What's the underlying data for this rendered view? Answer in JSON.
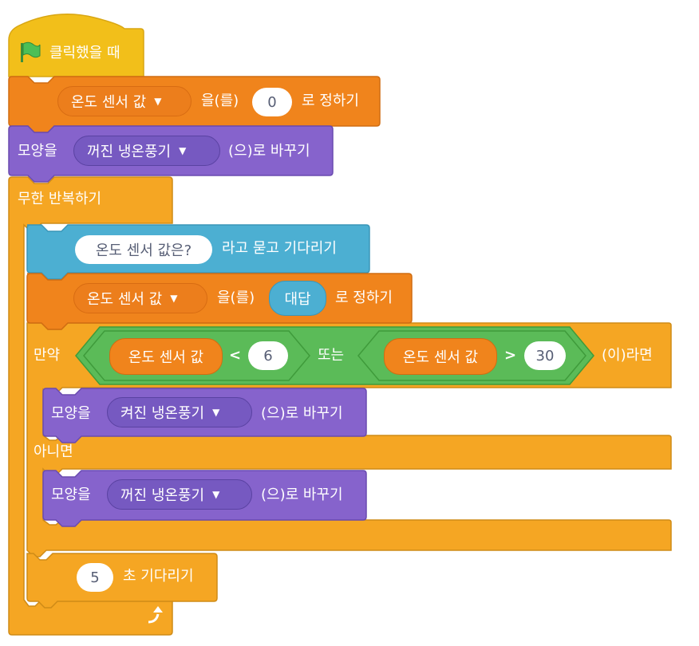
{
  "colors": {
    "events": "#f2bf1a",
    "variables": "#f0841c",
    "looks": "#8663cc",
    "sensing": "#4cafd2",
    "control": "#f5a623",
    "operators": "#5bbb58"
  },
  "hat": {
    "label": "클릭했을 때",
    "icon": "green-flag-icon"
  },
  "set_var_1": {
    "variable": "온도 센서 값",
    "mid": "을(를)",
    "value": "0",
    "suffix": "로 정하기"
  },
  "switch_costume_1": {
    "prefix": "모양을",
    "costume": "꺼진 냉온풍기",
    "suffix": "(으)로 바꾸기"
  },
  "forever": {
    "label": "무한 반복하기",
    "icon": "loop-arrow-icon"
  },
  "ask": {
    "question": "온도 센서 값은?",
    "suffix": "라고 묻고 기다리기"
  },
  "set_var_2": {
    "variable": "온도 센서 값",
    "mid": "을(를)",
    "reporter": "대답",
    "suffix": "로 정하기"
  },
  "if_else": {
    "if_label": "만약",
    "cond_left": {
      "reporter": "온도 센서 값",
      "op": "<",
      "value": "6"
    },
    "or_label": "또는",
    "cond_right": {
      "reporter": "온도 센서 값",
      "op": ">",
      "value": "30"
    },
    "then_label": "(이)라면",
    "else_label": "아니면"
  },
  "switch_costume_2": {
    "prefix": "모양을",
    "costume": "켜진 냉온풍기",
    "suffix": "(으)로 바꾸기"
  },
  "switch_costume_3": {
    "prefix": "모양을",
    "costume": "꺼진 냉온풍기",
    "suffix": "(으)로 바꾸기"
  },
  "wait": {
    "value": "5",
    "suffix": "초 기다리기"
  }
}
